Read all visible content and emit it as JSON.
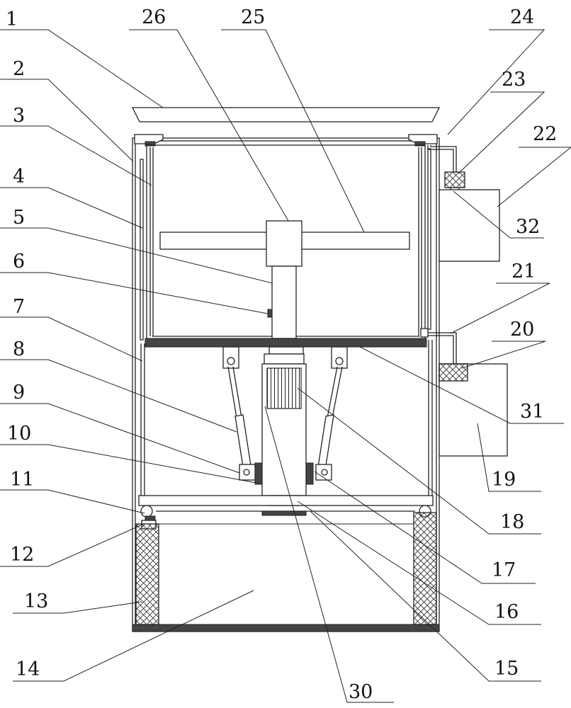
{
  "callouts": [
    {
      "id": "1",
      "label": "1"
    },
    {
      "id": "2",
      "label": "2"
    },
    {
      "id": "3",
      "label": "3"
    },
    {
      "id": "4",
      "label": "4"
    },
    {
      "id": "5",
      "label": "5"
    },
    {
      "id": "6",
      "label": "6"
    },
    {
      "id": "7",
      "label": "7"
    },
    {
      "id": "8",
      "label": "8"
    },
    {
      "id": "9",
      "label": "9"
    },
    {
      "id": "10",
      "label": "10"
    },
    {
      "id": "11",
      "label": "11"
    },
    {
      "id": "12",
      "label": "12"
    },
    {
      "id": "13",
      "label": "13"
    },
    {
      "id": "14",
      "label": "14"
    },
    {
      "id": "15",
      "label": "15"
    },
    {
      "id": "16",
      "label": "16"
    },
    {
      "id": "17",
      "label": "17"
    },
    {
      "id": "18",
      "label": "18"
    },
    {
      "id": "19",
      "label": "19"
    },
    {
      "id": "20",
      "label": "20"
    },
    {
      "id": "21",
      "label": "21"
    },
    {
      "id": "22",
      "label": "22"
    },
    {
      "id": "23",
      "label": "23"
    },
    {
      "id": "24",
      "label": "24"
    },
    {
      "id": "25",
      "label": "25"
    },
    {
      "id": "26",
      "label": "26"
    },
    {
      "id": "30",
      "label": "30"
    },
    {
      "id": "31",
      "label": "31"
    },
    {
      "id": "32",
      "label": "32"
    }
  ]
}
